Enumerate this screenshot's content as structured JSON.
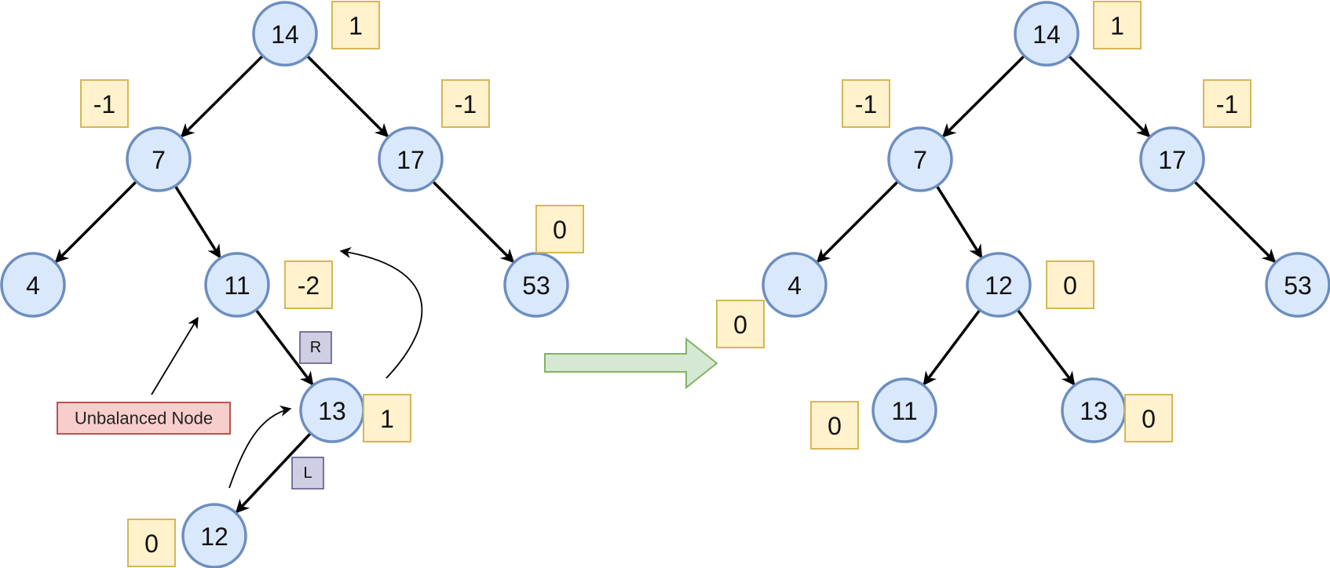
{
  "before": {
    "nodes": [
      {
        "id": "b14",
        "label": "14"
      },
      {
        "id": "b7",
        "label": "7"
      },
      {
        "id": "b17",
        "label": "17"
      },
      {
        "id": "b4",
        "label": "4"
      },
      {
        "id": "b11",
        "label": "11"
      },
      {
        "id": "b53",
        "label": "53"
      },
      {
        "id": "b13",
        "label": "13"
      },
      {
        "id": "b12",
        "label": "12"
      }
    ],
    "balance_factors": [
      {
        "node": "b14",
        "value": "1"
      },
      {
        "node": "b7",
        "value": "-1"
      },
      {
        "node": "b17",
        "value": "-1"
      },
      {
        "node": "b53",
        "value": "0"
      },
      {
        "node": "b11",
        "value": "-2"
      },
      {
        "node": "b13",
        "value": "1"
      },
      {
        "node": "b12",
        "value": "0"
      }
    ],
    "edges": [
      [
        "b14",
        "b7"
      ],
      [
        "b14",
        "b17"
      ],
      [
        "b7",
        "b4"
      ],
      [
        "b7",
        "b11"
      ],
      [
        "b17",
        "b53"
      ],
      [
        "b11",
        "b13"
      ],
      [
        "b13",
        "b12"
      ]
    ],
    "rotation_labels": [
      "R",
      "L"
    ],
    "note": "Unbalanced Node"
  },
  "after": {
    "nodes": [
      {
        "id": "a14",
        "label": "14"
      },
      {
        "id": "a7",
        "label": "7"
      },
      {
        "id": "a17",
        "label": "17"
      },
      {
        "id": "a4",
        "label": "4"
      },
      {
        "id": "a12",
        "label": "12"
      },
      {
        "id": "a53",
        "label": "53"
      },
      {
        "id": "a11",
        "label": "11"
      },
      {
        "id": "a13",
        "label": "13"
      }
    ],
    "balance_factors": [
      {
        "node": "a14",
        "value": "1"
      },
      {
        "node": "a7",
        "value": "-1"
      },
      {
        "node": "a17",
        "value": "-1"
      },
      {
        "node": "a4",
        "value": "0"
      },
      {
        "node": "a12",
        "value": "0"
      },
      {
        "node": "a11",
        "value": "0"
      },
      {
        "node": "a13",
        "value": "0"
      }
    ],
    "edges": [
      [
        "a14",
        "a7"
      ],
      [
        "a14",
        "a17"
      ],
      [
        "a7",
        "a4"
      ],
      [
        "a7",
        "a12"
      ],
      [
        "a17",
        "a53"
      ],
      [
        "a12",
        "a11"
      ],
      [
        "a12",
        "a13"
      ]
    ]
  },
  "colors": {
    "node_fill": "#dae8fc",
    "node_stroke": "#6c8ebf",
    "balance_fill": "#fff2cc",
    "balance_stroke": "#d6b656",
    "rotation_fill": "#d0cee2",
    "rotation_stroke": "#56517e",
    "note_fill": "#f8cecc",
    "note_stroke": "#b85450",
    "arrow_fill": "#d5e8d4",
    "arrow_stroke": "#82b366"
  }
}
